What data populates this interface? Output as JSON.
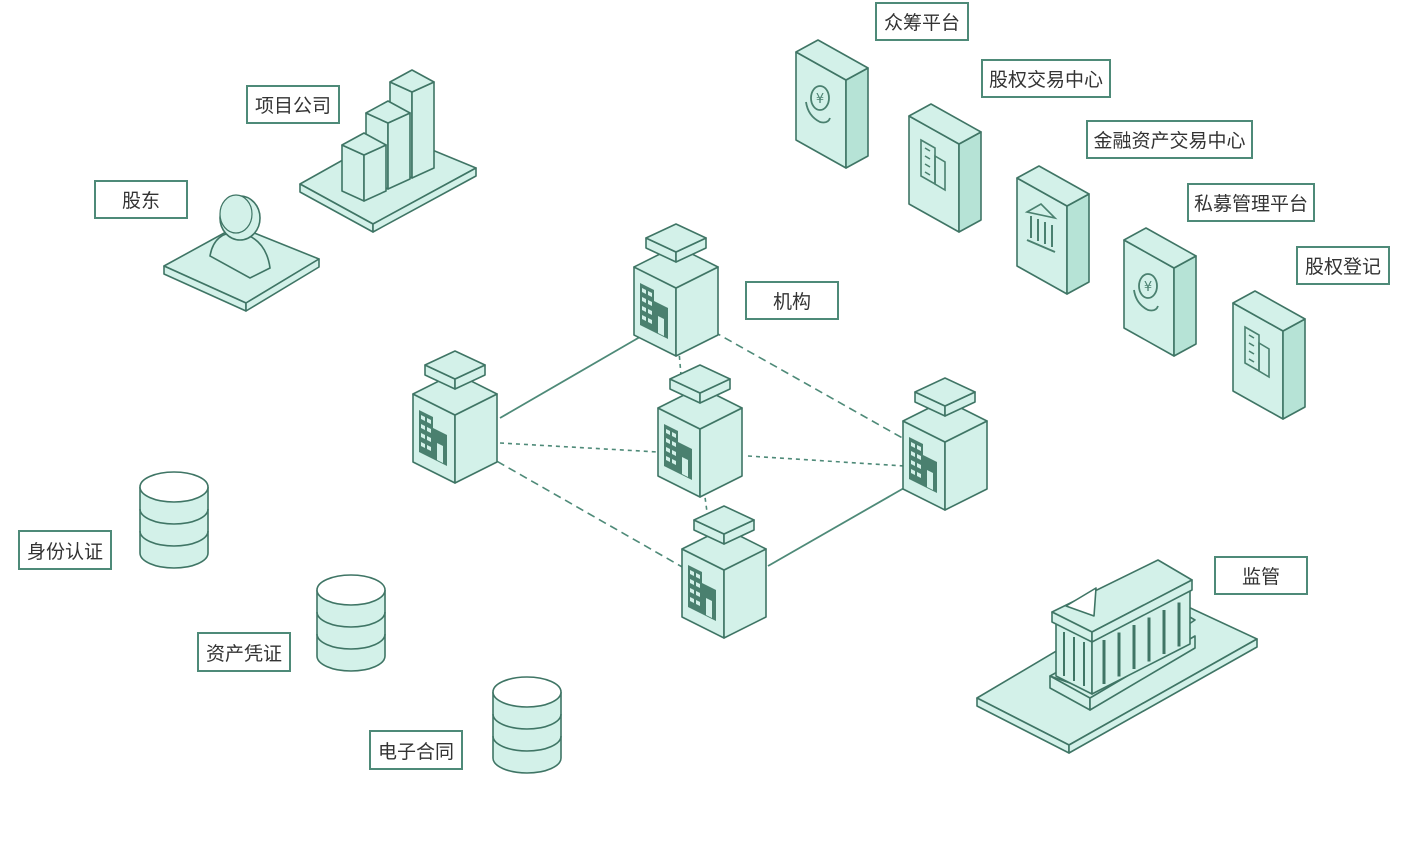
{
  "colors": {
    "stroke": "#3f7565",
    "fill": "#d3f1e9",
    "fill_dark": "#b6e3d6",
    "ink": "#4a806f",
    "label_border": "#4e8a78"
  },
  "labels": {
    "shareholder": "股东",
    "project_company": "项目公司",
    "institution": "机构",
    "crowdfunding": "众筹平台",
    "equity_exchange": "股权交易中心",
    "financial_asset_exchange": "金融资产交易中心",
    "private_equity_platform": "私募管理平台",
    "equity_registration": "股权登记",
    "identity_auth": "身份认证",
    "asset_certificate": "资产凭证",
    "e_contract": "电子合同",
    "regulation": "监管"
  },
  "icons": {
    "servers": [
      "yuan-hand-icon",
      "office-building-icon",
      "bank-icon",
      "yuan-hand-icon",
      "office-building-icon"
    ],
    "institution_nodes": "office-building-icon",
    "databases": "database-icon",
    "shareholder": "person-icon",
    "project_company": "bar-chart-icon",
    "regulation": "government-building-icon"
  }
}
